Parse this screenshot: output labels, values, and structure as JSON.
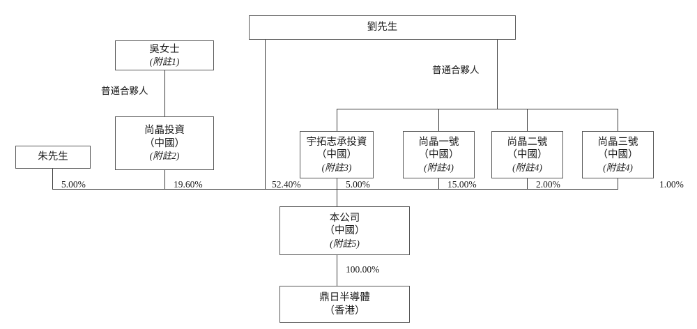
{
  "diagram": {
    "title": "shareholding-structure-chart",
    "nodes": {
      "liu": {
        "name": "劉先生"
      },
      "wu": {
        "name": "吳女士",
        "note": "(附註1)"
      },
      "zhu": {
        "name": "朱先生"
      },
      "shangjing_invest": {
        "name": "尚晶投資",
        "place": "（中國）",
        "note": "(附註2)"
      },
      "yutuo": {
        "name": "宇拓志承投資",
        "place": "（中國）",
        "note": "(附註3)"
      },
      "shangjing_1": {
        "name": "尚晶一號",
        "place": "（中國）",
        "note": "(附註4)"
      },
      "shangjing_2": {
        "name": "尚晶二號",
        "place": "（中國）",
        "note": "(附註4)"
      },
      "shangjing_3": {
        "name": "尚晶三號",
        "place": "（中國）",
        "note": "(附註4)"
      },
      "company": {
        "name": "本公司",
        "place": "（中國）",
        "note": "(附註5)"
      },
      "dingri": {
        "name": "鼎日半導體",
        "place": "（香港）"
      }
    },
    "edge_labels": {
      "gp_left": "普通合夥人",
      "gp_right": "普通合夥人",
      "zhu_pct": "5.00%",
      "shangjing_invest_pct": "19.60%",
      "liu_pct": "52.40%",
      "yutuo_pct": "5.00%",
      "shangjing_1_pct": "15.00%",
      "shangjing_2_pct": "2.00%",
      "shangjing_3_pct": "1.00%",
      "dingri_pct": "100.00%"
    },
    "colors": {
      "box_border": "#555555",
      "line": "#3a3a3a",
      "text": "#1a1a1a",
      "background": "#ffffff"
    }
  }
}
